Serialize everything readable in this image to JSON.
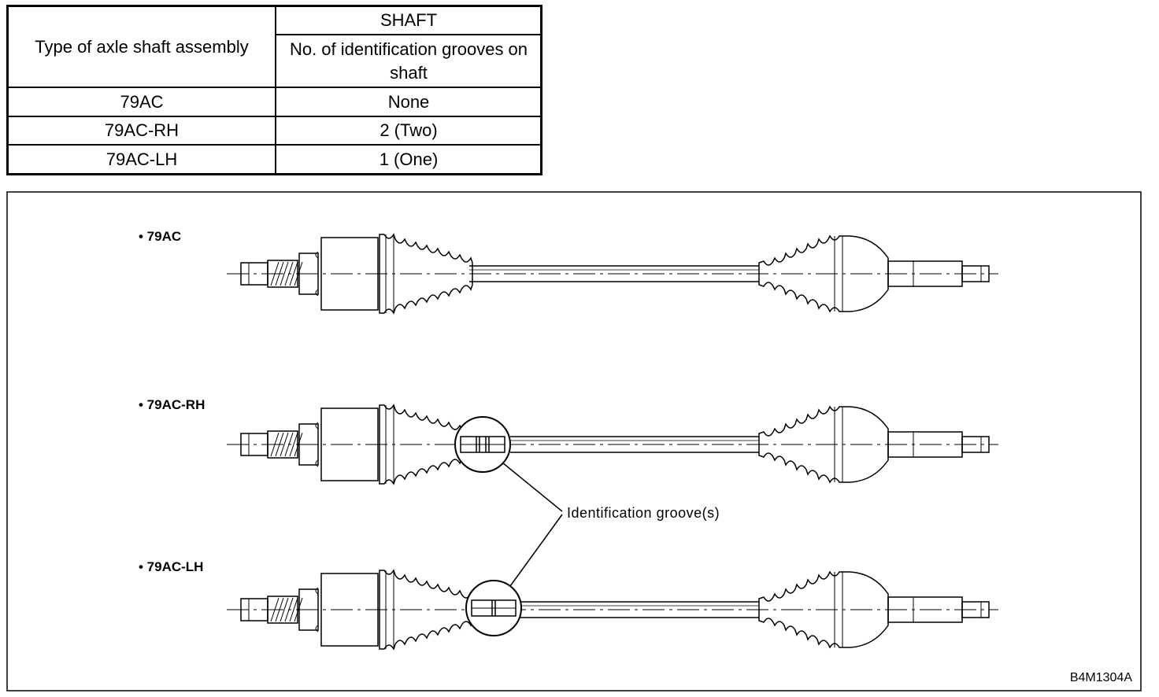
{
  "table": {
    "col1_header": "Type of axle shaft assembly",
    "group_header": "SHAFT",
    "col2_header": "No. of identification grooves on shaft",
    "rows": [
      {
        "type": "79AC",
        "grooves": "None"
      },
      {
        "type": "79AC-RH",
        "grooves": "2 (Two)"
      },
      {
        "type": "79AC-LH",
        "grooves": "1 (One)"
      }
    ]
  },
  "diagram": {
    "axles": [
      {
        "label": "• 79AC",
        "groove_count": 0
      },
      {
        "label": "• 79AC-RH",
        "groove_count": 2
      },
      {
        "label": "• 79AC-LH",
        "groove_count": 1
      }
    ],
    "callout_label": "Identification groove(s)",
    "figure_code": "B4M1304A"
  }
}
